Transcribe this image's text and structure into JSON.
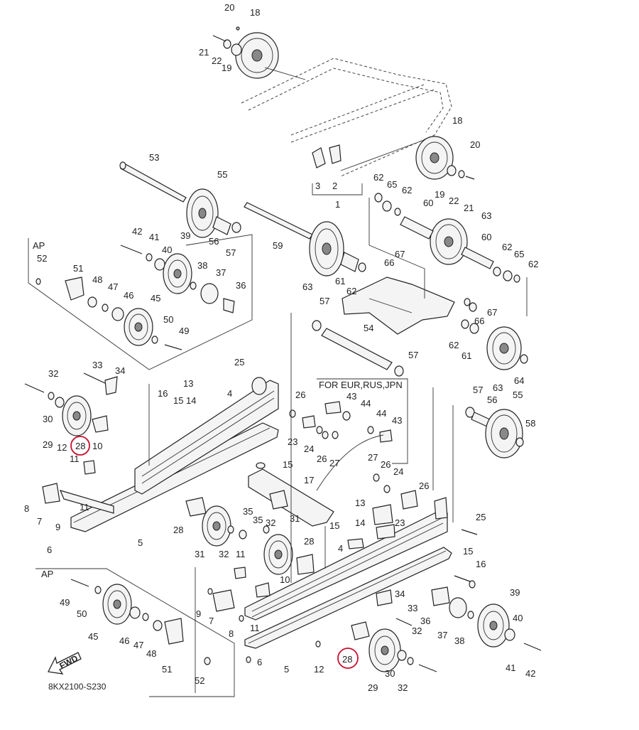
{
  "colors": {
    "highlight": "#c8102e",
    "line": "#222222",
    "background": "#ffffff"
  },
  "diagram_code": "8KX2100-S230",
  "fwd_label": "FWD",
  "ap_label_1": "AP",
  "ap_label_2": "AP",
  "region_label": "FOR EUR,RUS,JPN",
  "highlighted_part": "28",
  "parts": [
    "1",
    "2",
    "3",
    "4",
    "5",
    "6",
    "7",
    "8",
    "9",
    "10",
    "11",
    "12",
    "13",
    "14",
    "15",
    "16",
    "17",
    "18",
    "19",
    "20",
    "21",
    "22",
    "23",
    "24",
    "25",
    "26",
    "27",
    "28",
    "29",
    "30",
    "31",
    "32",
    "33",
    "34",
    "35",
    "36",
    "37",
    "38",
    "39",
    "40",
    "41",
    "42",
    "43",
    "44",
    "45",
    "46",
    "47",
    "48",
    "49",
    "50",
    "51",
    "52",
    "53",
    "54",
    "55",
    "56",
    "57",
    "58",
    "59",
    "60",
    "61",
    "62",
    "63",
    "64",
    "65",
    "66",
    "67"
  ]
}
